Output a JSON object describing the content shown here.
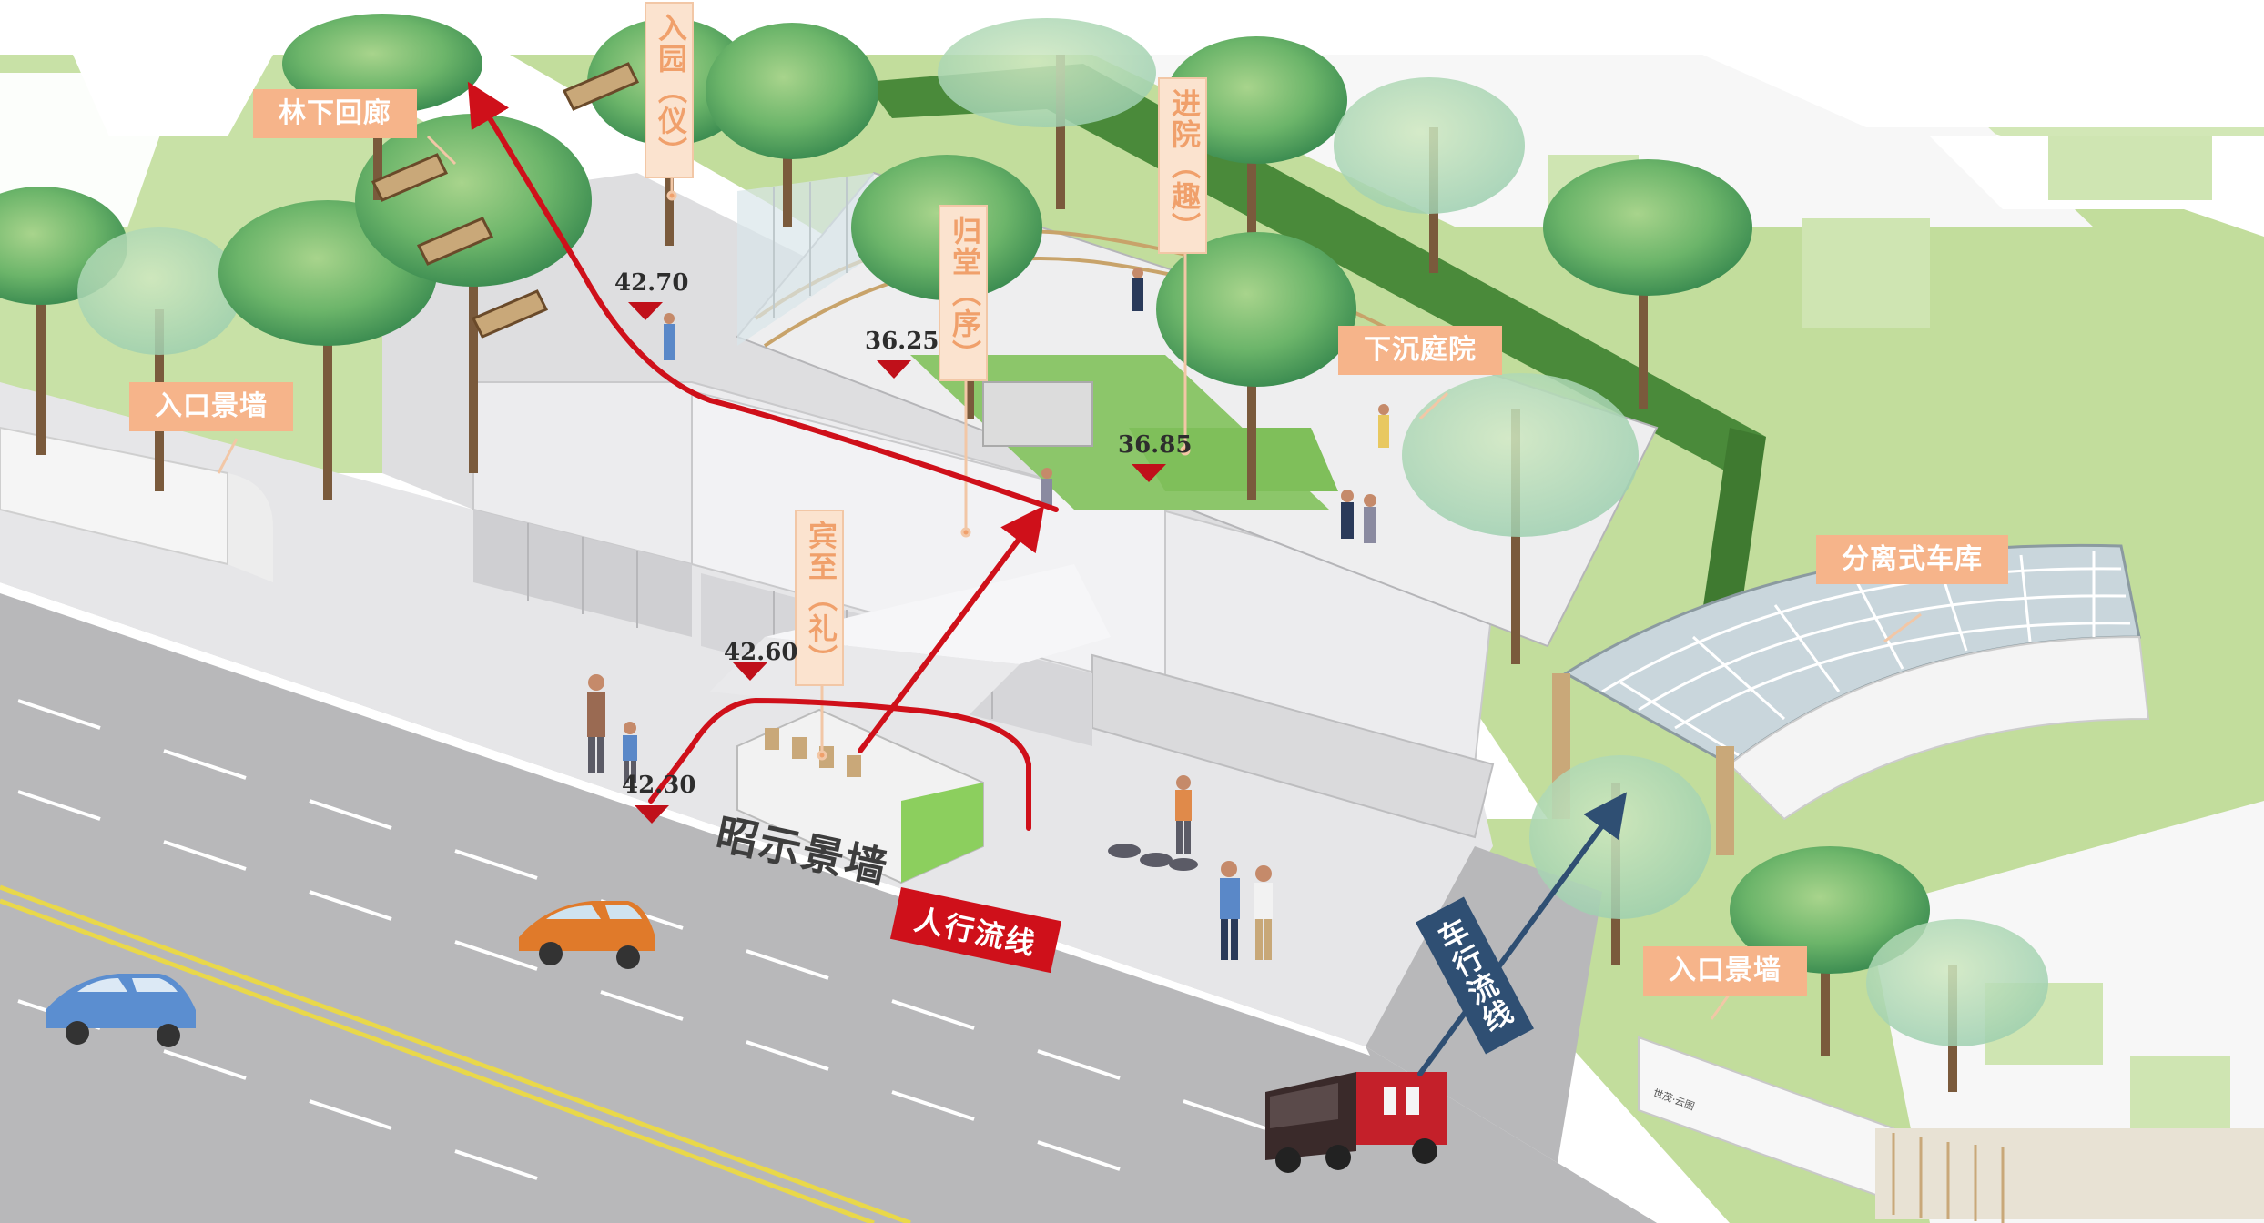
{
  "labels": {
    "forest_corridor": "林下回廊",
    "entrance_wall_left": "入口景墙",
    "entrance_wall_right": "入口景墙",
    "sunken_courtyard": "下沉庭院",
    "separated_garage": "分离式车库"
  },
  "vertical_labels": {
    "enter_garden": "入园（仪）",
    "return_hall": "归堂（序）",
    "enter_court": "进院（趣）",
    "guest_arrive": "宾至（礼）"
  },
  "elevations": {
    "e1": "42.70",
    "e2": "36.25",
    "e3": "36.85",
    "e4": "42.60",
    "e5": "42.30"
  },
  "flows": {
    "pedestrian": "人行流线",
    "vehicle": "车行流线"
  },
  "feature_wall": "昭示景墙",
  "wall_plaque": "世茂·云图",
  "colors": {
    "label_bg": "#f6b48a",
    "label_text": "#ffffff",
    "vertical_label_bg": "#fbe3cf",
    "vertical_label_text": "#f0a06b",
    "pedestrian_flow": "#cf101a",
    "vehicle_flow": "#2f4f73",
    "road": "#b8b8ba",
    "lawn": "#b9d98f",
    "hedge": "#4a8a3a",
    "plaza": "#e3e3e5"
  }
}
